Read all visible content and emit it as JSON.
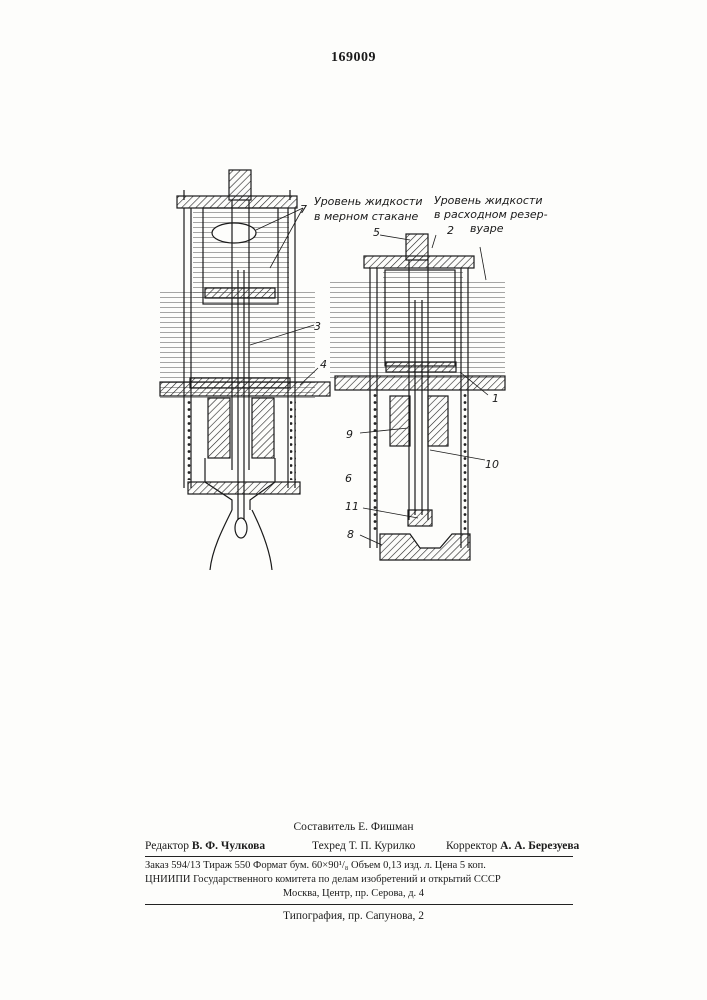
{
  "patent_number": "169009",
  "figure": {
    "label_left_level": [
      "Уровень жидкости",
      "в мерном стакане"
    ],
    "label_right_level": [
      "Уровень жидкости",
      "в расходном резер-",
      "вуаре"
    ],
    "part_numbers": {
      "p1": "1",
      "p2": "2",
      "p3": "3",
      "p4": "4",
      "p5": "5",
      "p6": "6",
      "p7": "7",
      "p8": "8",
      "p9": "9",
      "p10": "10",
      "p11": "11"
    }
  },
  "imprint": {
    "compiler": "Составитель Е. Фишман",
    "editor_label": "Редактор",
    "editor_name": "В. Ф. Чулкова",
    "techred_label": "Техред",
    "techred_name": "Т. П. Курилко",
    "corrector_label": "Корректор",
    "corrector_name": "А. А. Березуева",
    "order_line": "Заказ 594/13    Тираж 550    Формат бум. 60×90¹/₈    Объем 0,13 изд. л.    Цена 5 коп.",
    "institute_line": "ЦНИИПИ Государственного комитета по делам изобретений и открытий СССР",
    "address_line": "Москва, Центр, пр. Серова, д. 4",
    "printing_line": "Типография, пр. Сапунова, 2"
  }
}
